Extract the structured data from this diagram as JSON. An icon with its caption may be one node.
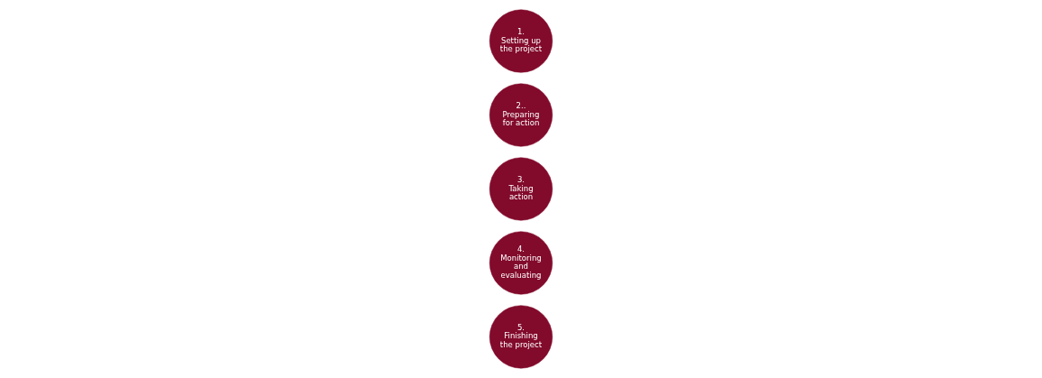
{
  "diagram": {
    "nodes": [
      {
        "text": [
          "1.",
          "Setting up the project"
        ]
      },
      {
        "text": [
          "2..",
          "Preparing for action"
        ]
      },
      {
        "text": [
          "3.",
          "Taking action"
        ]
      },
      {
        "text": [
          "4.",
          "Monitoring and evaluating"
        ]
      },
      {
        "text": [
          "5.",
          "Finishing the project"
        ]
      }
    ]
  }
}
